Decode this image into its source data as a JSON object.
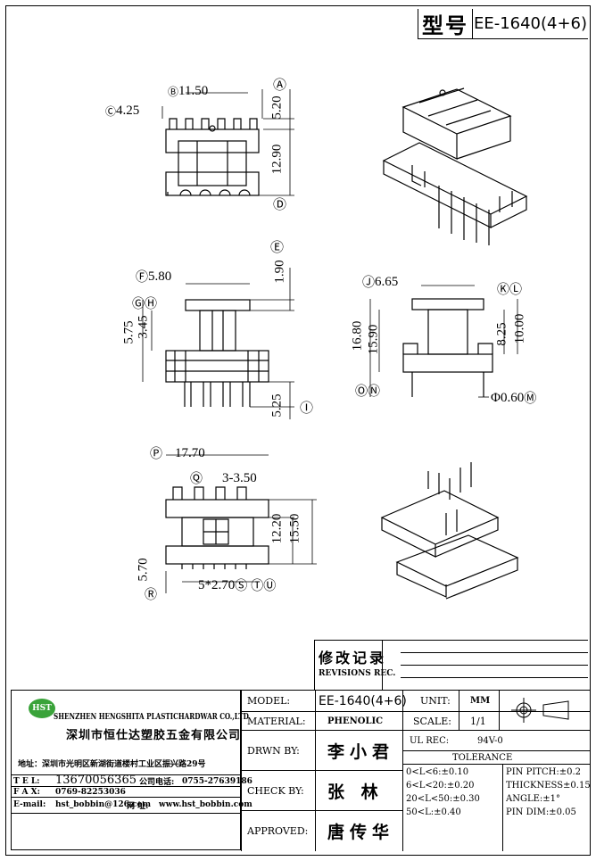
{
  "header": {
    "type_label": "型号",
    "model_code": "EE-1640(4+6)"
  },
  "views": {
    "top": {
      "c_dim": "4.25",
      "b_dim": "11.50",
      "a_dim": "5.20",
      "mid_dim": "12.90",
      "markers": {
        "a": "Ⓐ",
        "b": "Ⓑ",
        "c": "Ⓒ",
        "d": "Ⓓ"
      }
    },
    "side": {
      "f_dim": "5.80",
      "e_dim": "1.90",
      "g_dim": "5.75",
      "h_dim": "3.45",
      "i_dim": "5.25",
      "markers": {
        "e": "Ⓔ",
        "f": "Ⓕ",
        "gh": "ⒼⒽ",
        "i": "Ⓘ"
      }
    },
    "front": {
      "j_dim": "6.65",
      "n_dim": "16.80",
      "o_dim": "15.90",
      "k_dim": "8.25",
      "l_dim": "10.00",
      "pin_dia": "Φ0.60",
      "markers": {
        "j": "Ⓙ",
        "kl": "ⓀⓁ",
        "on": "ⓄⓃ",
        "m": "Ⓜ"
      }
    },
    "bottom": {
      "p_dim": "17.70",
      "q_dim": "3-3.50",
      "t_dim": "12.20",
      "u_dim": "15.50",
      "r_dim": "5.70",
      "pitch": "5*2.70",
      "markers": {
        "p": "Ⓟ",
        "q": "Ⓠ",
        "r": "Ⓡ",
        "s": "Ⓢ",
        "tu": "ⓉⓊ"
      }
    }
  },
  "revisions": {
    "title_cn": "修改记录",
    "title_en": "REVISIONS REC."
  },
  "company": {
    "logo": "HST",
    "name_en": "SHENZHEN HENGSHITA PLASTICHARDWAR CO.,LTD",
    "name_cn": "深圳市恒仕达塑胶五金有限公司",
    "address": "地址：深圳市光明区新湖街道楼村工业区振兴路29号",
    "tel_label": "T E L:",
    "tel": "13670056365",
    "company_tel_label": "公司电话:",
    "company_tel": "0755-27639186",
    "fax_label": "F A X:",
    "fax": "0769-82253036",
    "email_label": "E-mail:",
    "email": "hst_bobbin@126.com",
    "web_label": "网 址:",
    "web": "www.hst_bobbin.com"
  },
  "titleblock": {
    "model_label": "MODEL:",
    "model": "EE-1640(4+6)",
    "material_label": "MATERIAL:",
    "material": "PHENOLIC",
    "drawn_label": "DRWN BY:",
    "drawn": "李小君",
    "check_label": "CHECK BY:",
    "check": "张 林",
    "approved_label": "APPROVED:",
    "approved": "唐传华",
    "unit_label": "UNIT:",
    "unit": "MM",
    "scale_label": "SCALE:",
    "scale": "1/1",
    "ul_label": "UL REC:",
    "ul": "94V-0",
    "tolerance_label": "TOLERANCE",
    "tol": [
      "0<L<6:±0.10",
      "6<L<20:±0.20",
      "20<L<50:±0.30",
      "50<L:±0.40"
    ],
    "tol_right": [
      "PIN PITCH:±0.2",
      "THICKNESS±0.15",
      "ANGLE:±1°",
      "PIN DIM:±0.05"
    ]
  }
}
